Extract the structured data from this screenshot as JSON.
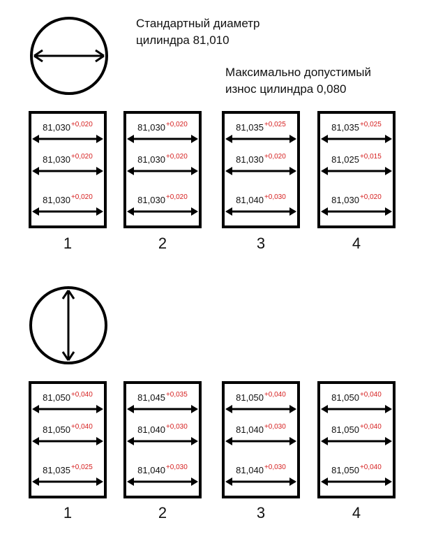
{
  "captions": {
    "standard_line1": "Стандартный диаметр",
    "standard_line2": "цилиндра 81,010",
    "wear_line1": "Максимально допустимый",
    "wear_line2": "износ цилиндра 0,080"
  },
  "rows": [
    {
      "direction": "horizontal",
      "cylinders": [
        {
          "number": "1",
          "measurements": [
            {
              "value": "81,030",
              "delta": "+0,020"
            },
            {
              "value": "81,030",
              "delta": "+0,020"
            },
            {
              "value": "81,030",
              "delta": "+0,020"
            }
          ]
        },
        {
          "number": "2",
          "measurements": [
            {
              "value": "81,030",
              "delta": "+0,020"
            },
            {
              "value": "81,030",
              "delta": "+0,020"
            },
            {
              "value": "81,030",
              "delta": "+0,020"
            }
          ]
        },
        {
          "number": "3",
          "measurements": [
            {
              "value": "81,035",
              "delta": "+0,025"
            },
            {
              "value": "81,030",
              "delta": "+0,020"
            },
            {
              "value": "81,040",
              "delta": "+0,030"
            }
          ]
        },
        {
          "number": "4",
          "measurements": [
            {
              "value": "81,035",
              "delta": "+0,025"
            },
            {
              "value": "81,025",
              "delta": "+0,015"
            },
            {
              "value": "81,030",
              "delta": "+0,020"
            }
          ]
        }
      ]
    },
    {
      "direction": "vertical",
      "cylinders": [
        {
          "number": "1",
          "measurements": [
            {
              "value": "81,050",
              "delta": "+0,040"
            },
            {
              "value": "81,050",
              "delta": "+0,040"
            },
            {
              "value": "81,035",
              "delta": "+0,025"
            }
          ]
        },
        {
          "number": "2",
          "measurements": [
            {
              "value": "81,045",
              "delta": "+0,035"
            },
            {
              "value": "81,040",
              "delta": "+0,030"
            },
            {
              "value": "81,040",
              "delta": "+0,030"
            }
          ]
        },
        {
          "number": "3",
          "measurements": [
            {
              "value": "81,050",
              "delta": "+0,040"
            },
            {
              "value": "81,040",
              "delta": "+0,030"
            },
            {
              "value": "81,040",
              "delta": "+0,030"
            }
          ]
        },
        {
          "number": "4",
          "measurements": [
            {
              "value": "81,050",
              "delta": "+0,040"
            },
            {
              "value": "81,050",
              "delta": "+0,040"
            },
            {
              "value": "81,050",
              "delta": "+0,040"
            }
          ]
        }
      ]
    }
  ],
  "colors": {
    "ink": "#000000",
    "delta": "#d62020"
  }
}
